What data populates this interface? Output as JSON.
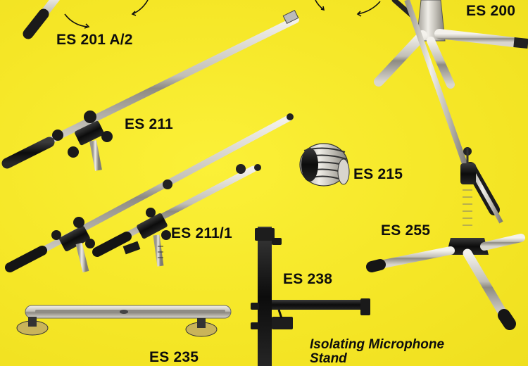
{
  "labels": {
    "es200": "ES 200",
    "es201a2": "ES 201 A/2",
    "es211": "ES 211",
    "es215": "ES 215",
    "es211_1": "ES 211/1",
    "es255": "ES 255",
    "es238": "ES 238",
    "es235": "ES 235"
  },
  "caption": {
    "line1": "Isolating Microphone",
    "line2": "Stand"
  },
  "colors": {
    "background": "#f7ea2a",
    "metal": "#c9c6bd",
    "dark": "#141414",
    "label": "#0d0d0d"
  }
}
